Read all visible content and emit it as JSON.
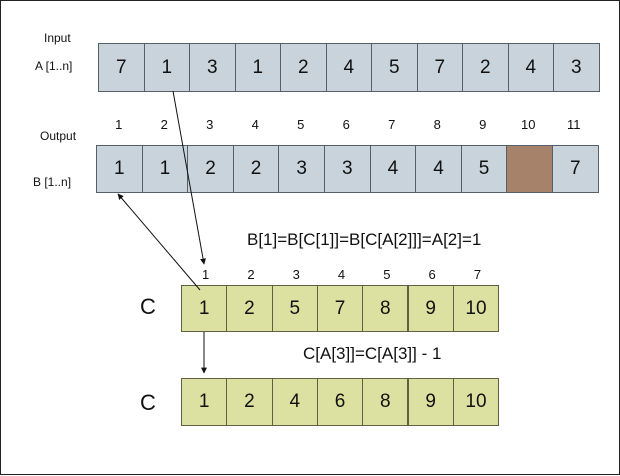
{
  "input": {
    "heading": "Input",
    "label": "A [1..n]",
    "values": [
      "7",
      "1",
      "3",
      "1",
      "2",
      "4",
      "5",
      "7",
      "2",
      "4",
      "3"
    ]
  },
  "output": {
    "heading": "Output",
    "label": "B [1..n]",
    "indices": [
      "1",
      "2",
      "3",
      "4",
      "5",
      "6",
      "7",
      "8",
      "9",
      "10",
      "11"
    ],
    "values": [
      "1",
      "1",
      "2",
      "2",
      "3",
      "3",
      "4",
      "4",
      "5",
      "",
      "7"
    ]
  },
  "formula_b": "B[1]=B[C[1]]=B[C[A[2]]]=A[2]=1",
  "count_c": {
    "label": "C",
    "indices": [
      "1",
      "2",
      "3",
      "4",
      "5",
      "6",
      "7"
    ],
    "values": [
      "1",
      "2",
      "5",
      "7",
      "8",
      "9",
      "10"
    ]
  },
  "formula_c": "C[A[3]]=C[A[3]] - 1",
  "count_c_after": {
    "label": "C",
    "values": [
      "1",
      "2",
      "4",
      "6",
      "8",
      "9",
      "10"
    ]
  },
  "colors": {
    "array_fill": "#c8d3dc",
    "count_fill": "#dce0a0",
    "empty_slot_fill": "#a6826b"
  }
}
